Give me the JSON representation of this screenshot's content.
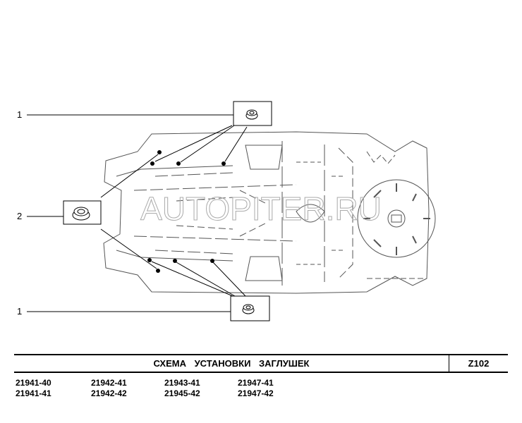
{
  "callouts": [
    {
      "label": "1",
      "part": "plug-small-upper"
    },
    {
      "label": "2",
      "part": "plug-large"
    },
    {
      "label": "1",
      "part": "plug-small-lower"
    }
  ],
  "watermark": "AUTOPITER.RU",
  "title_block": {
    "title": "СХЕМА  УСТАНОВКИ  ЗАГЛУШЕК",
    "code": "Z102"
  },
  "models": [
    [
      "21941-40",
      "21941-41"
    ],
    [
      "21942-41",
      "21942-42"
    ],
    [
      "21943-41",
      "21945-42"
    ],
    [
      "21947-41",
      "21947-42"
    ]
  ]
}
